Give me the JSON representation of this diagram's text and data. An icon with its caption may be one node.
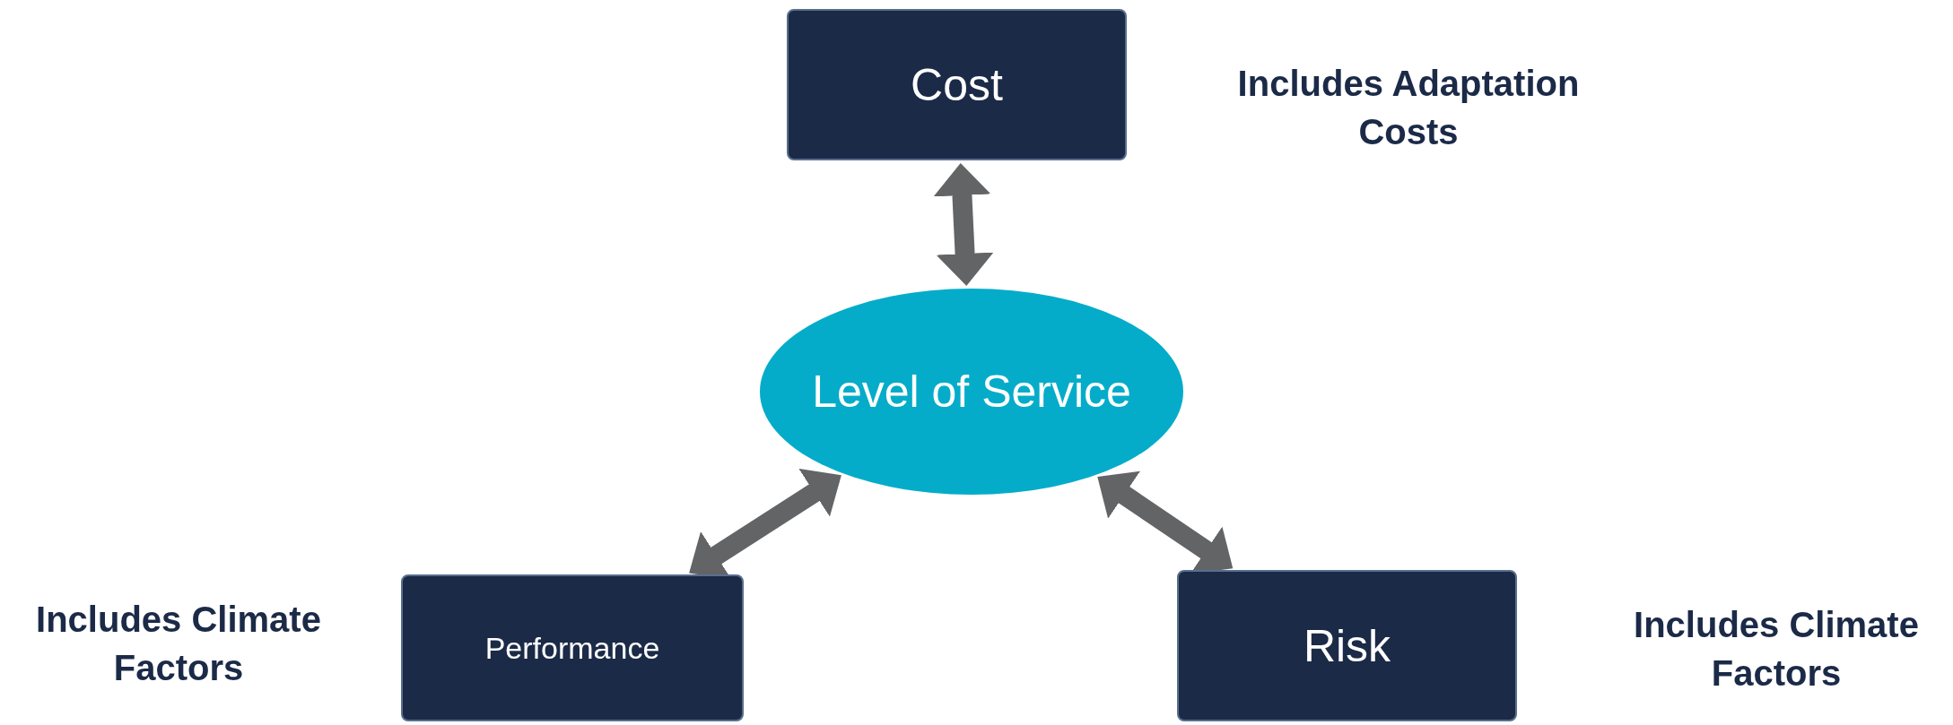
{
  "diagram": {
    "nodes": [
      {
        "text": [
          "Cost"
        ],
        "beside": [
          "Includes Adaptation Costs"
        ]
      },
      {
        "text": [
          "Level of Service"
        ]
      },
      {
        "text": [
          "Performance"
        ],
        "beside": [
          "Includes Climate Factors"
        ]
      },
      {
        "text": [
          "Risk"
        ],
        "beside": [
          "Includes Climate Factors"
        ]
      }
    ],
    "edges": [
      {
        "from": 0,
        "to": 1,
        "arrow": "both"
      },
      {
        "from": 1,
        "to": 2,
        "arrow": "both"
      },
      {
        "from": 1,
        "to": 3,
        "arrow": "both"
      }
    ]
  }
}
